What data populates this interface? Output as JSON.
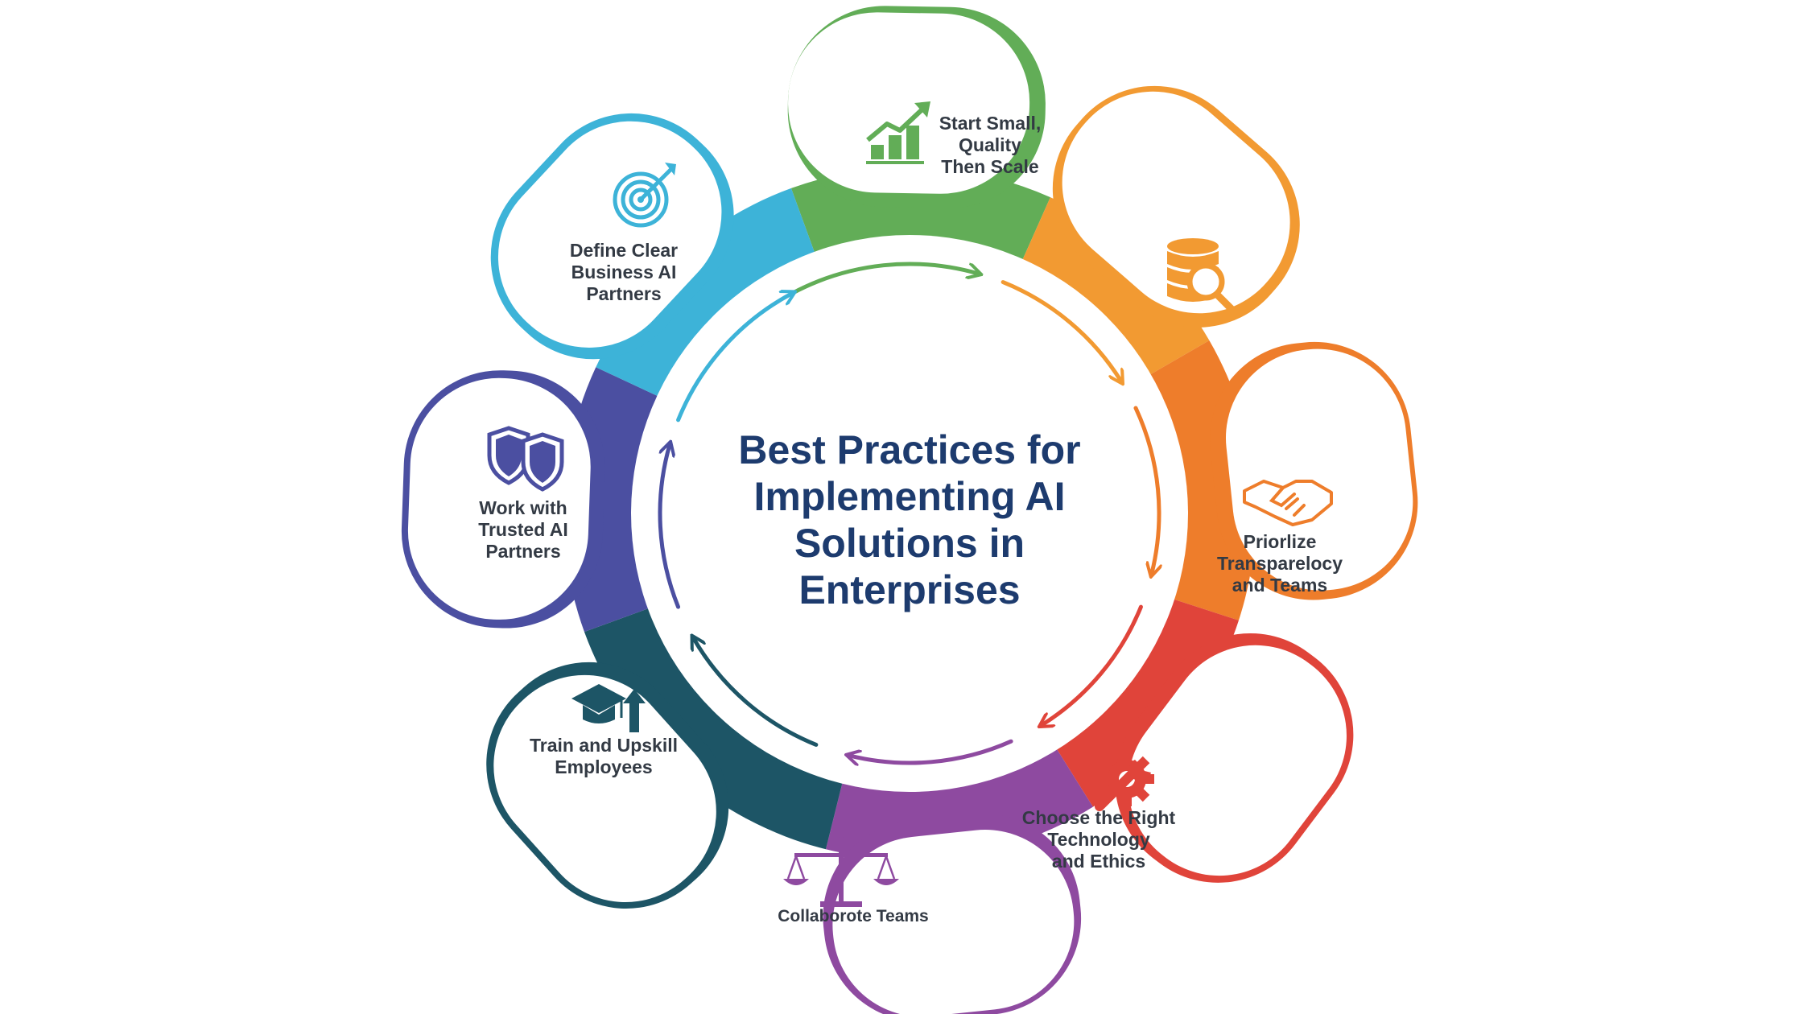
{
  "title_lines": [
    "Best Practices for",
    "Implementing AI",
    "Solutions in",
    "Enterprises"
  ],
  "steps": [
    {
      "id": "start-small",
      "lines": [
        "Start Small,",
        "Quality",
        "Then Scale"
      ],
      "color": "#62ad57",
      "icon": "growth-chart-icon"
    },
    {
      "id": "data-search",
      "lines": [],
      "color": "#f29a32",
      "icon": "database-search-icon"
    },
    {
      "id": "transparency",
      "lines": [
        "Priorlize",
        "Transparelocy",
        "and Teams"
      ],
      "color": "#ee7d2b",
      "icon": "handshake-icon"
    },
    {
      "id": "technology",
      "lines": [
        "Choose the Right",
        "Technology",
        "and Ethics"
      ],
      "color": "#e0443a",
      "icon": "gear-wrench-icon"
    },
    {
      "id": "collaborate",
      "lines": [
        "Collaborote Teams"
      ],
      "color": "#8e4aa0",
      "icon": "balance-scale-icon"
    },
    {
      "id": "train",
      "lines": [
        "Train and Upskill",
        "Employees"
      ],
      "color": "#1d5566",
      "icon": "graduation-cap-icon"
    },
    {
      "id": "partners",
      "lines": [
        "Work with",
        "Trusted AI",
        "Partners"
      ],
      "color": "#4b4fa1",
      "icon": "shields-icon"
    },
    {
      "id": "define",
      "lines": [
        "Define Clear",
        "Business AI",
        "Partners"
      ],
      "color": "#3db3d8",
      "icon": "target-icon"
    }
  ]
}
